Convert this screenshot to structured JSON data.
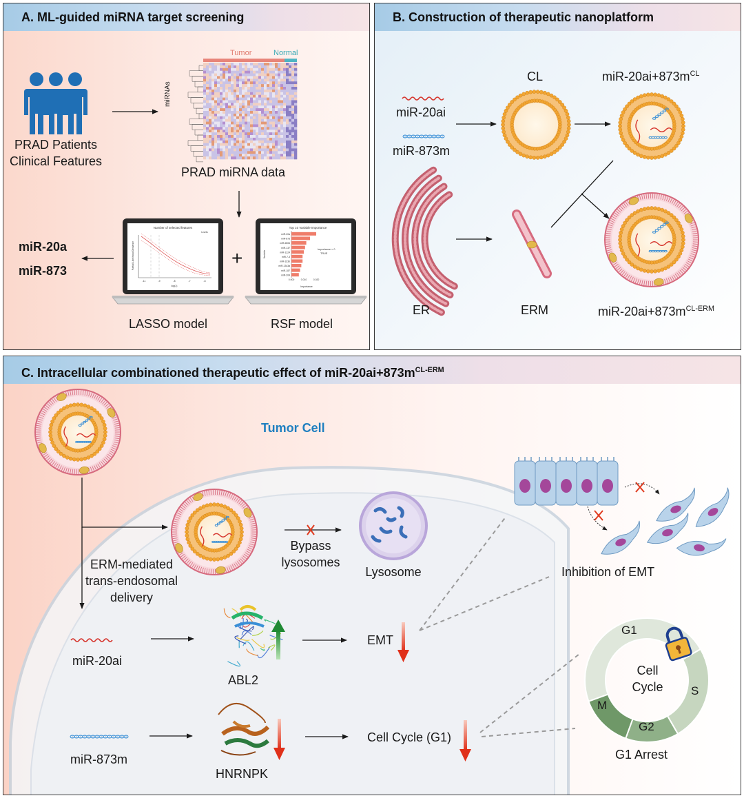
{
  "panel_a": {
    "title": "A. ML-guided miRNA target screening",
    "heatmap_tumor_label": "Tumor",
    "heatmap_normal_label": "Normal",
    "heatmap_axis_label": "miRNAs",
    "patients_line1": "PRAD Patients",
    "patients_line2": "Clinical Features",
    "mirna_data_label": "PRAD miRNA data",
    "lasso_label": "LASSO model",
    "rsf_label": "RSF model",
    "plus": "+",
    "result_1": "miR-20a",
    "result_2": "miR-873",
    "lasso_screen_title": "Number of selected features",
    "lasso_screen_legend": "k-sets",
    "lasso_screen_ylabel": "Partial Likelihood Deviance",
    "lasso_screen_xlabel": "log(λ)",
    "lasso_screen_ticks": [
      "-11",
      "-9",
      "-8",
      "-7",
      "-6"
    ],
    "rsf_screen_title": "Top 10 Variable Importance",
    "rsf_screen_items": [
      "miR-20a",
      "miR-873",
      "miR-6506",
      "miR-137",
      "miR-1224",
      "miR-7-3",
      "miR-323b",
      "miR-1343a",
      "miR-187",
      "miR-204"
    ],
    "rsf_screen_values": [
      0.02,
      0.015,
      0.012,
      0.011,
      0.01,
      0.009,
      0.009,
      0.008,
      0.007,
      0.006
    ],
    "rsf_screen_ylabel": "Variable",
    "rsf_screen_xlabel": "Importance",
    "rsf_screen_ticks": [
      "0.000",
      "0.010",
      "0.020"
    ],
    "rsf_screen_note_1": "Importance > 0",
    "rsf_screen_note_2": "TRUE"
  },
  "panel_b": {
    "title": "B. Construction of therapeutic nanoplatform",
    "mir20ai": "miR-20ai",
    "mir873m": "miR-873m",
    "cl": "CL",
    "cl_product_main": "miR-20ai+873m",
    "cl_product_sup": "CL",
    "er": "ER",
    "erm": "ERM",
    "erm_product_main": "miR-20ai+873m",
    "erm_product_sup": "CL-ERM"
  },
  "panel_c": {
    "title_main": "C. Intracellular combinationed therapeutic effect of miR-20ai+873m",
    "title_sup": "CL-ERM",
    "tumor_cell": "Tumor Cell",
    "delivery_1": "ERM-mediated",
    "delivery_2": "trans-endosomal",
    "delivery_3": "delivery",
    "bypass_1": "Bypass",
    "bypass_2": "lysosomes",
    "lysosome": "Lysosome",
    "mir20ai": "miR-20ai",
    "abl2": "ABL2",
    "emt": "EMT",
    "mir873m": "miR-873m",
    "hnrnpk": "HNRNPK",
    "cell_cycle_g1": "Cell Cycle (G1)",
    "inhibition_emt": "Inhibition of EMT",
    "cycle_center_1": "Cell",
    "cycle_center_2": "Cycle",
    "phase_g1": "G1",
    "phase_s": "S",
    "phase_g2": "G2",
    "phase_m": "M",
    "g1_arrest": "G1 Arrest"
  },
  "colors": {
    "header_blue": "#a6cbe6",
    "panel_pink": "#fbd8cc",
    "lipid_orange": "#f0a93a",
    "membrane_pink": "#d66a7e",
    "rna_red": "#d6342c",
    "rna_blue": "#3a8fd6",
    "tumor_label_blue": "#1f7fc0",
    "arrow_up_green": "#2e9b3e",
    "arrow_down_red": "#e03a1e",
    "phase_light": "#d9e3d6",
    "phase_dark": "#6f9868"
  }
}
